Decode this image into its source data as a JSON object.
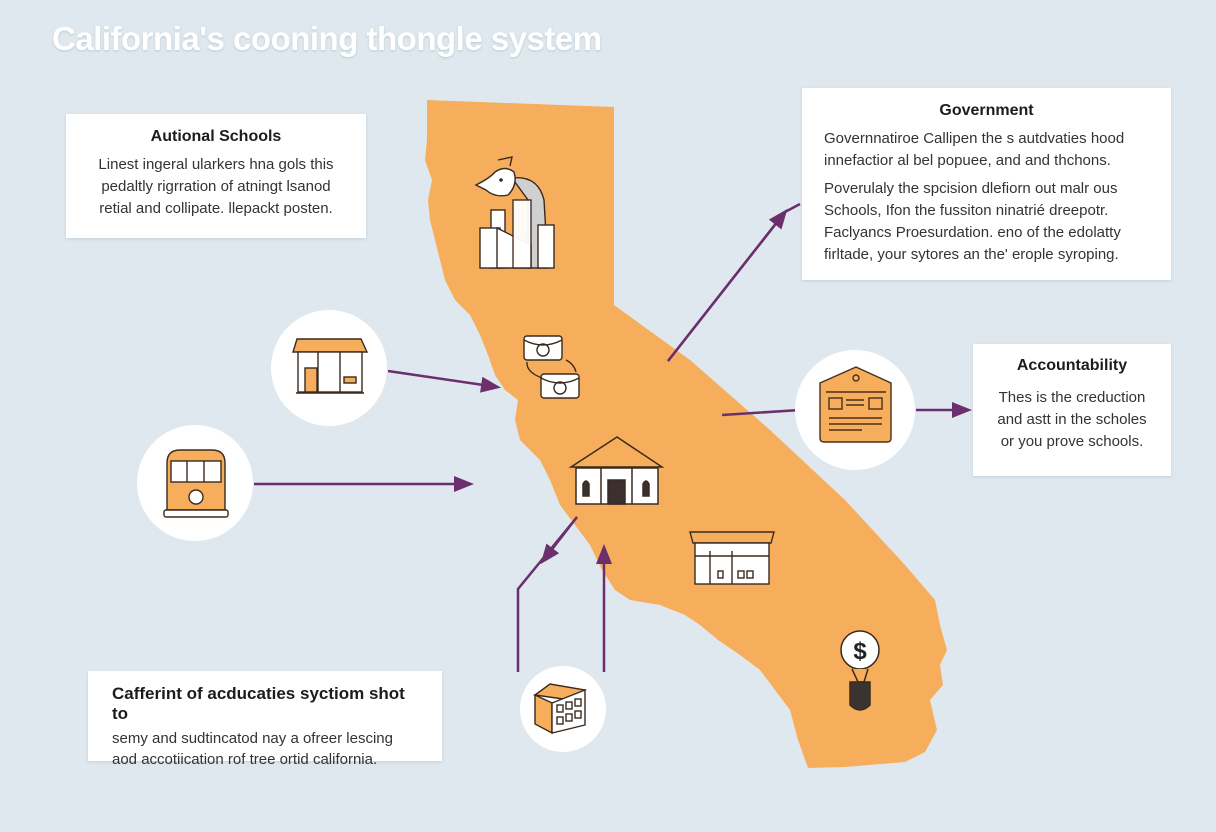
{
  "title": "California's cooning thongle system",
  "colors": {
    "background": "#dfe8ee",
    "state_fill": "#f7ae5c",
    "arrow": "#6b2f6e",
    "icon_stroke": "#3a2a1e",
    "card": "#ffffff"
  },
  "cards": {
    "schools": {
      "heading": "Autional Schools",
      "lines": [
        "Linest ingeral ularkers hna gols this",
        "pedaltly rigrration of atningt lsanod",
        "retial and collipate. llepackt posten."
      ]
    },
    "government": {
      "heading": "Government",
      "lines": [
        "Governnatiroe  Callipen the s autdvaties hood",
        "innefactior al bel popuee, and and thchons.",
        "Poverulaly the spcision dlefiorn out malr ous",
        "Schools, Ifon the fussiton ninatrié dreepotr.",
        "Faclyancs Proesurdation. eno of the edolatty",
        "firltade, your sytores an the' erople syroping."
      ]
    },
    "accountability": {
      "heading": "Accountability",
      "lines": [
        "Thes is the creduction",
        "and astt in the scholes",
        "or you prove schools."
      ]
    },
    "bottom": {
      "heading": "Cafferint of acducaties syctiom shot to",
      "lines": [
        "semy and sudtincatod nay a ofreer lescing",
        "aod accotiication rof tree ortid california."
      ]
    }
  },
  "icons": [
    {
      "name": "city-skyline-mascot-icon"
    },
    {
      "name": "exchange-envelopes-icon"
    },
    {
      "name": "courthouse-icon"
    },
    {
      "name": "storefront-icon"
    },
    {
      "name": "dollar-magnifier-icon"
    },
    {
      "name": "shop-building-circle-icon"
    },
    {
      "name": "school-bus-circle-icon"
    },
    {
      "name": "report-card-circle-icon"
    },
    {
      "name": "school-box-circle-icon"
    }
  ]
}
